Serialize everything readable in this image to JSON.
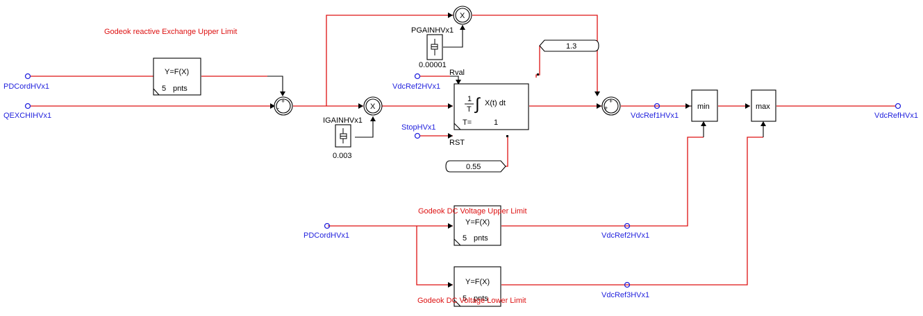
{
  "colors": {
    "wire": "#dd1111",
    "signal_label": "#2222dd",
    "annotation": "#dd1111",
    "block": "#000000"
  },
  "annotations": {
    "reactive_upper": "Godeok reactive Exchange Upper Limit",
    "dc_upper": "Godeok DC Voltage Upper Limit",
    "dc_lower": "Godeok DC Voltage Lower Limit"
  },
  "signals": {
    "pdcord_top": "PDCordHVx1",
    "qexch": "QEXCHIHVx1",
    "vdcref2_in": "VdcRef2HVx1",
    "stop": "StopHVx1",
    "vdcref1": "VdcRef1HVx1",
    "vdcref_out": "VdcRefHVx1",
    "pdcord_bottom": "PDCordHVx1",
    "vdcref2_out": "VdcRef2HVx1",
    "vdcref3_out": "VdcRef3HVx1"
  },
  "blocks": {
    "func_reactive": {
      "title": "Y=F(X)",
      "pnts_n": "5",
      "pnts_unit": "pnts"
    },
    "func_dc_upper": {
      "title": "Y=F(X)",
      "pnts_n": "5",
      "pnts_unit": "pnts"
    },
    "func_dc_lower": {
      "title": "Y=F(X)",
      "pnts_n": "5",
      "pnts_unit": "pnts"
    },
    "integrator": {
      "frac_num": "1",
      "frac_den": "T",
      "integral_sign": "∫",
      "expr": "X(t) dt",
      "t_label": "T=",
      "t_value": "1",
      "rval_label": "Rval",
      "rst_label": "RST"
    },
    "min": "min",
    "max": "max",
    "pgain": {
      "name": "PGAINHVx1",
      "value": "0.00001"
    },
    "igain": {
      "name": "IGAINHVx1",
      "value": "0.003"
    },
    "limit_upper": "1.3",
    "limit_lower": "0.55",
    "multiply_symbol": "X",
    "sum_minus": {
      "top": "+",
      "left": "-"
    },
    "sum_plus": {
      "top": "+",
      "left": "+"
    }
  }
}
